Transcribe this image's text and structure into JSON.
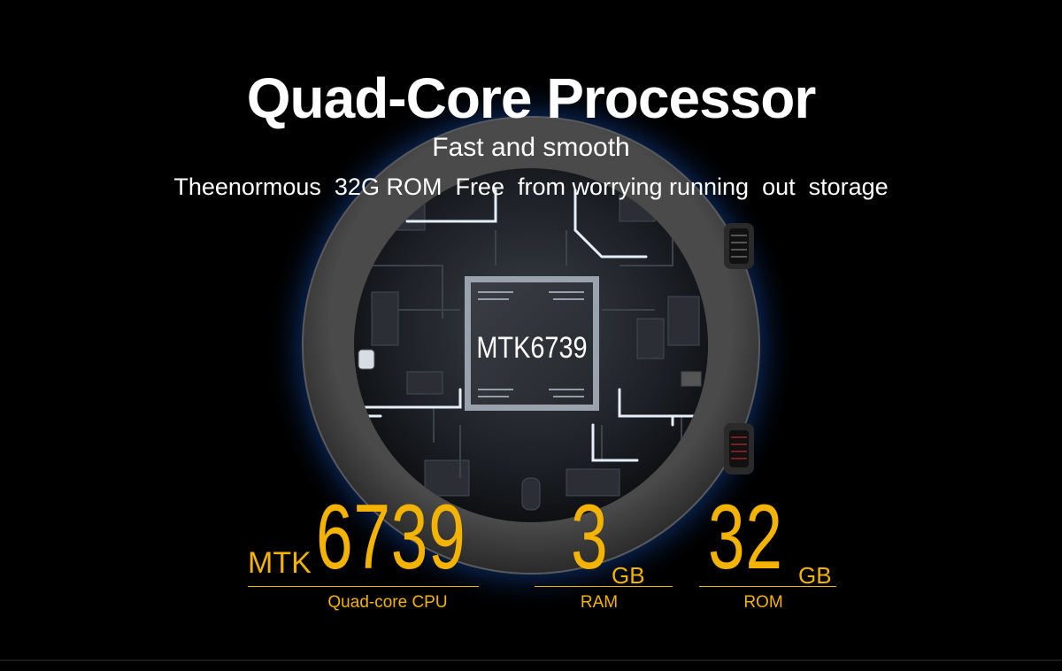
{
  "headline": "Quad-Core Processor",
  "subtitle": "Fast and smooth",
  "tagline": "Theenormous  32G ROM  Free  from worrying running  out  storage",
  "chip_label": "MTK6739",
  "specs": {
    "cpu": {
      "prefix": "MTK",
      "value": "6739",
      "caption": "Quad-core CPU"
    },
    "ram": {
      "value": "3",
      "unit": "GB",
      "caption": "RAM"
    },
    "rom": {
      "value": "32",
      "unit": "GB",
      "caption": "ROM"
    }
  },
  "colors": {
    "background": "#000000",
    "text": "#ffffff",
    "accent": "#f4b300",
    "glow": "#2f7ee8",
    "watch_bezel": "#3c3c3c",
    "board": "#22262c",
    "trace": "#e6eef8"
  },
  "icons": [
    "watch-case-illustration",
    "circuit-board-illustration",
    "processor-chip-icon",
    "crown-button-icon"
  ]
}
